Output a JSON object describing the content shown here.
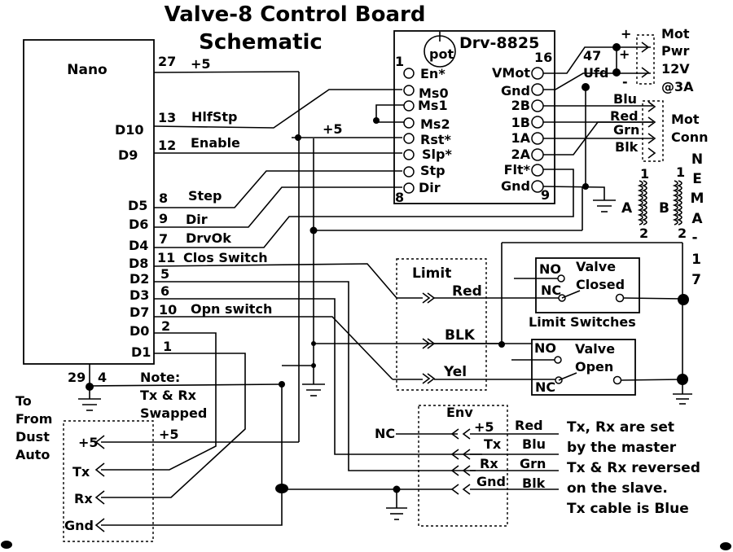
{
  "title": {
    "line1": "Valve-8 Control Board",
    "line2": "Schematic"
  },
  "nano": {
    "name": "Nano",
    "pins": [
      {
        "num": "27",
        "label": "+5"
      },
      {
        "num": "13",
        "label": "HlfStp",
        "port": "D10"
      },
      {
        "num": "12",
        "label": "Enable",
        "port": "D9"
      },
      {
        "num": "8",
        "label": "Step",
        "port": "D5"
      },
      {
        "num": "9",
        "label": "Dir",
        "port": "D6"
      },
      {
        "num": "7",
        "label": "DrvOk",
        "port": "D4"
      },
      {
        "num": "11",
        "label": "Clos Switch",
        "port": "D8"
      },
      {
        "num": "5",
        "port": "D2"
      },
      {
        "num": "6",
        "port": "D3"
      },
      {
        "num": "10",
        "label": "Opn switch",
        "port": "D7"
      },
      {
        "num": "2",
        "port": "D0"
      },
      {
        "num": "1",
        "port": "D1"
      },
      {
        "num": "29"
      },
      {
        "num": "4"
      }
    ]
  },
  "driver": {
    "name": "Drv-8825",
    "pot": "pot",
    "pin1": "1",
    "pin8": "8",
    "pin9": "9",
    "pin16": "16",
    "left_pins": [
      "En*",
      "Ms0",
      "Ms1",
      "Ms2",
      "Rst*",
      "Slp*",
      "Stp",
      "Dir"
    ],
    "right_pins": [
      "VMot",
      "Gnd",
      "2B",
      "1B",
      "1A",
      "2A",
      "Flt*",
      "Gnd"
    ]
  },
  "plus5_mid": "+5",
  "capacitor": {
    "value": "47",
    "unit": "Ufd",
    "plus": "+",
    "minus": "-"
  },
  "mot_pwr": {
    "plus": "+",
    "minus": "-",
    "lines": [
      "Mot",
      "Pwr",
      "12V",
      "@3A"
    ]
  },
  "mot_conn": {
    "wires": [
      "Blu",
      "Red",
      "Grn",
      "Blk"
    ],
    "lines": [
      "Mot",
      "Conn"
    ]
  },
  "nema": {
    "letters": [
      "N",
      "E",
      "M",
      "A",
      "-",
      "1",
      "7"
    ]
  },
  "coil_a": {
    "name": "A",
    "top": "1",
    "bottom": "2"
  },
  "coil_b": {
    "name": "B",
    "top": "1",
    "bottom": "2"
  },
  "limit": {
    "title": "Limit",
    "wires": [
      "Red",
      "BLK",
      "Yel"
    ]
  },
  "valve_closed": {
    "no": "NO",
    "nc": "NC",
    "line1": "Valve",
    "line2": "Closed"
  },
  "limit_switches": "Limit Switches",
  "valve_open": {
    "no": "NO",
    "nc": "NC",
    "line1": "Valve",
    "line2": "Open"
  },
  "note": {
    "lines": [
      "Note:",
      "Tx & Rx",
      "Swapped"
    ],
    "plus5": "+5"
  },
  "dust": {
    "lines": [
      "To",
      "From",
      "Dust",
      "Auto"
    ],
    "pins": [
      "+5",
      "Tx",
      "Rx",
      "Gnd"
    ]
  },
  "env": {
    "title": "Env",
    "nc": "NC",
    "pins": [
      "+5",
      "Tx",
      "Rx",
      "Gnd"
    ],
    "colors": [
      "Red",
      "Blu",
      "Grn",
      "Blk"
    ]
  },
  "notes_right": [
    "Tx, Rx are set",
    "by the master",
    "Tx & Rx reversed",
    "on the slave.",
    "Tx cable is Blue"
  ]
}
